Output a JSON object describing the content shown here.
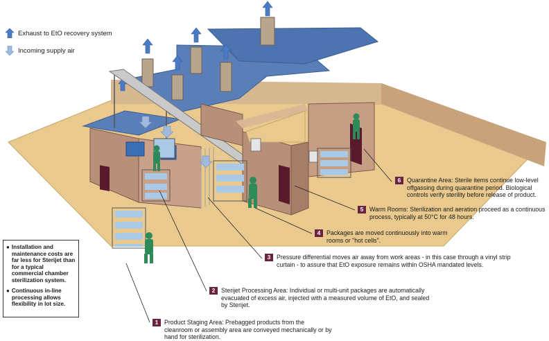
{
  "legend": {
    "exhaust_label": "Exhaust to EtO recovery system",
    "supply_label": "Incoming supply air",
    "exhaust_color": "#4a7bc4",
    "supply_color": "#9fb9df"
  },
  "notes": [
    {
      "text": "Installation and maintenance costs are far less for Sterijet than for a typical commercial chamber sterilization system."
    },
    {
      "text": "Continuous in-line processing allows flexibility in lot size."
    }
  ],
  "callouts": [
    {
      "number": "1",
      "text": "Product Staging Area: Prebagged products from the cleanroom or assembly area are conveyed mechanically or by hand for sterilization."
    },
    {
      "number": "2",
      "text": "Sterijet Processing Area: Individual or multi-unit packages are automatically evacuated of excess air, injected with a measured volume of EtO, and sealed by Sterijet."
    },
    {
      "number": "3",
      "text": "Pressure differential moves air away from work areas - in this case through a vinyl strip curtain - to assure that EtO exposure remains within OSHA mandated levels."
    },
    {
      "number": "4",
      "text": "Packages are moved continuously into warm rooms or \"hot cells\"."
    },
    {
      "number": "5",
      "text": "Warm Rooms: Sterilization and aeration proceed as a continuous process, typically at 50°C for 48 hours."
    },
    {
      "number": "6",
      "text": "Quarantine Area: Sterile items continue low-level offgassing during quarantine period. Biological controls verify sterility before release of product."
    }
  ],
  "colors": {
    "floor": "#e9c98d",
    "wall": "#b88f78",
    "roof": "#5a7fb8",
    "door": "#5a1a2e",
    "worker": "#2f8a5a",
    "package": "#a9c9e6",
    "callout_badge": "#6b2140"
  }
}
